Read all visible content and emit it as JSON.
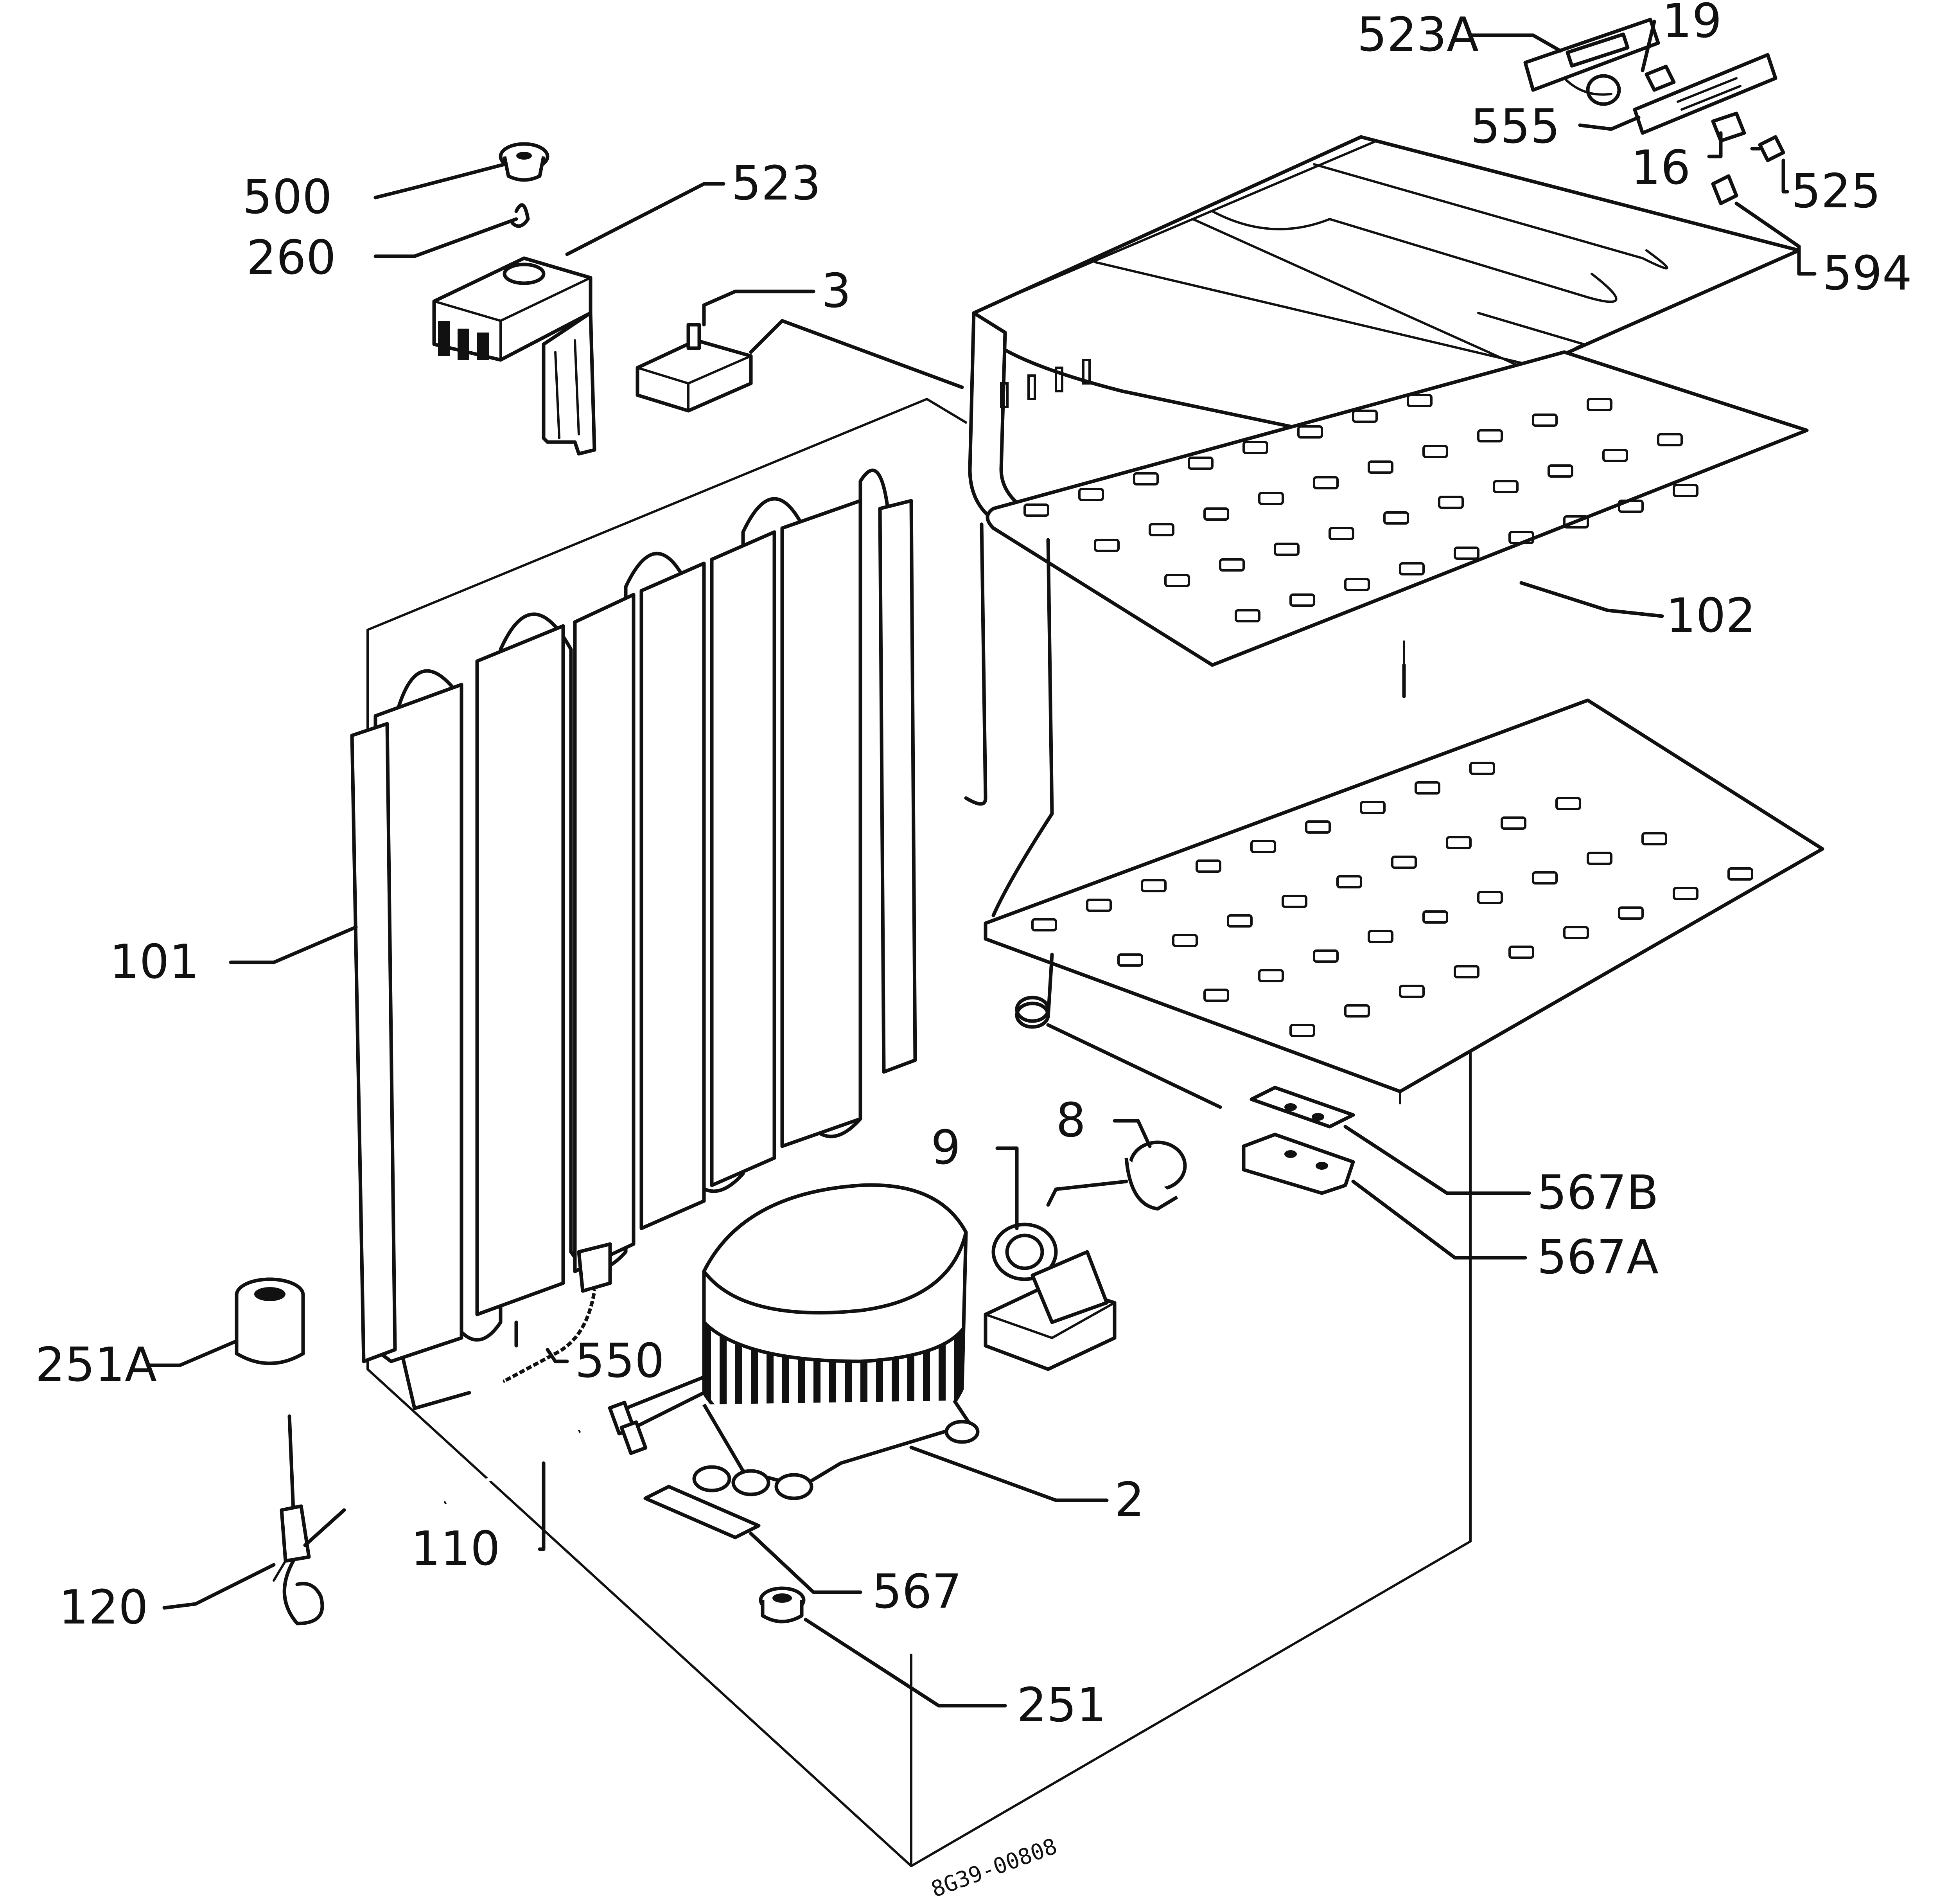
{
  "diagram": {
    "labels": {
      "l500": "500",
      "l260": "260",
      "l523": "523",
      "l3": "3",
      "l523A": "523A",
      "l19": "19",
      "l555": "555",
      "l16": "16",
      "l525": "525",
      "l594": "594",
      "l102": "102",
      "l101": "101",
      "l9": "9",
      "l8": "8",
      "l567B": "567B",
      "l567A": "567A",
      "l251A": "251A",
      "l550": "550",
      "l2": "2",
      "l110": "110",
      "l120": "120",
      "l567": "567",
      "l251": "251"
    },
    "drawing_code": "8G39-00808"
  }
}
